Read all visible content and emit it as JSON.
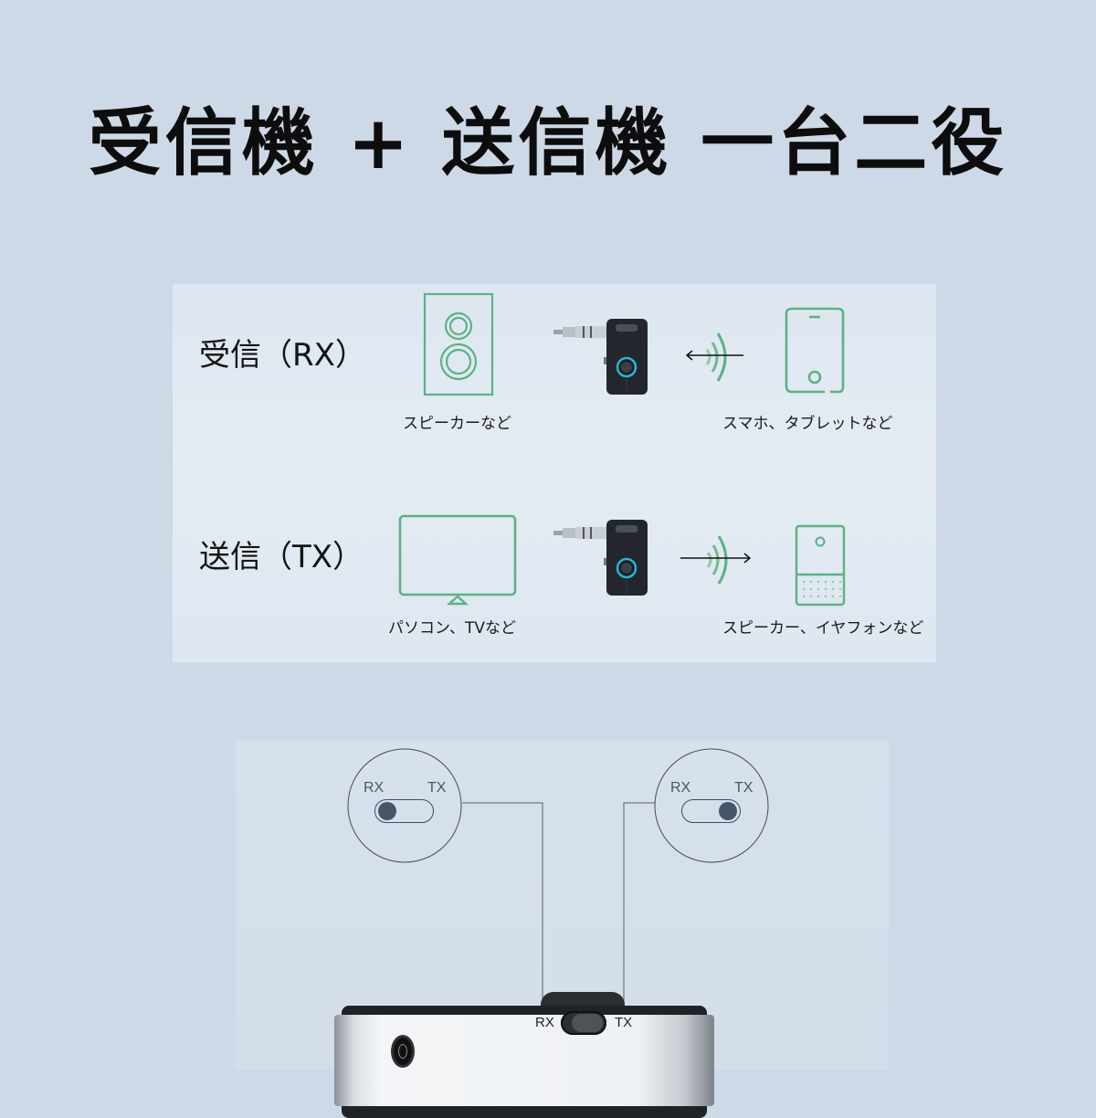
{
  "title": "受信機 + 送信機 一台二役",
  "modes": {
    "rx": {
      "label": "受信（RX）",
      "source_caption": "スマホ、タブレットなど",
      "target_caption": "スピーカーなど",
      "source_icon": "smartphone-icon",
      "target_icon": "speaker-icon",
      "arrow_direction": "left"
    },
    "tx": {
      "label": "送信（TX）",
      "source_caption": "パソコン、TVなど",
      "target_caption": "スピーカー、イヤフォンなど",
      "source_icon": "tv-monitor-icon",
      "target_icon": "bluetooth-speaker-icon",
      "arrow_direction": "right"
    }
  },
  "switch_diagram": {
    "left_callout": {
      "left_label": "RX",
      "right_label": "TX",
      "position": "RX"
    },
    "right_callout": {
      "left_label": "RX",
      "right_label": "TX",
      "position": "TX"
    },
    "device": {
      "left_label": "RX",
      "right_label": "TX"
    }
  },
  "colors": {
    "background": "#cdd9e6",
    "icon_green": "#5cb283",
    "switch_knob": "#465568",
    "device_dark": "#1f2328"
  }
}
